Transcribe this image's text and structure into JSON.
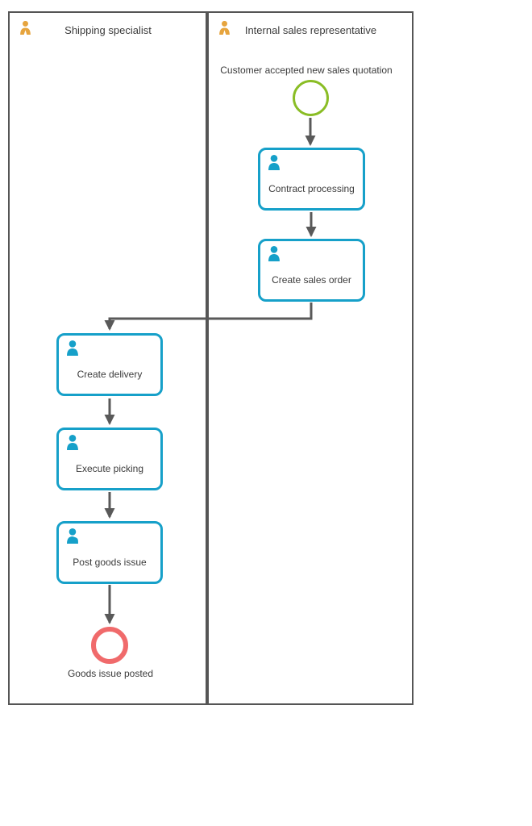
{
  "diagram": {
    "type": "bpmn-swimlane-process",
    "lanes": [
      {
        "label": "Shipping specialist",
        "icon": "person-icon"
      },
      {
        "label": "Internal sales representative",
        "icon": "person-icon"
      }
    ],
    "start_event": {
      "label": "Customer accepted new sales quotation",
      "shape": "circle"
    },
    "tasks": [
      {
        "label": "Contract processing",
        "lane": "Internal sales representative",
        "icon": "user-task-icon"
      },
      {
        "label": "Create sales order",
        "lane": "Internal sales representative",
        "icon": "user-task-icon"
      },
      {
        "label": "Create delivery",
        "lane": "Shipping specialist",
        "icon": "user-task-icon"
      },
      {
        "label": "Execute picking",
        "lane": "Shipping specialist",
        "icon": "user-task-icon"
      },
      {
        "label": "Post goods issue",
        "lane": "Shipping specialist",
        "icon": "user-task-icon"
      }
    ],
    "end_event": {
      "label": "Goods issue posted",
      "shape": "circle"
    },
    "flow_order": [
      "start-event",
      "Contract processing",
      "Create sales order",
      "Create delivery",
      "Execute picking",
      "Post goods issue",
      "end-event"
    ],
    "colors": {
      "task_border": "#16a0c9",
      "task_icon": "#16a0c9",
      "start_event_stroke": "#8abd25",
      "end_event_stroke": "#f06a6b",
      "lane_border": "#555555",
      "connector": "#595959",
      "lane_icon": "#e6a43e",
      "text": "#3b3b3b"
    }
  }
}
